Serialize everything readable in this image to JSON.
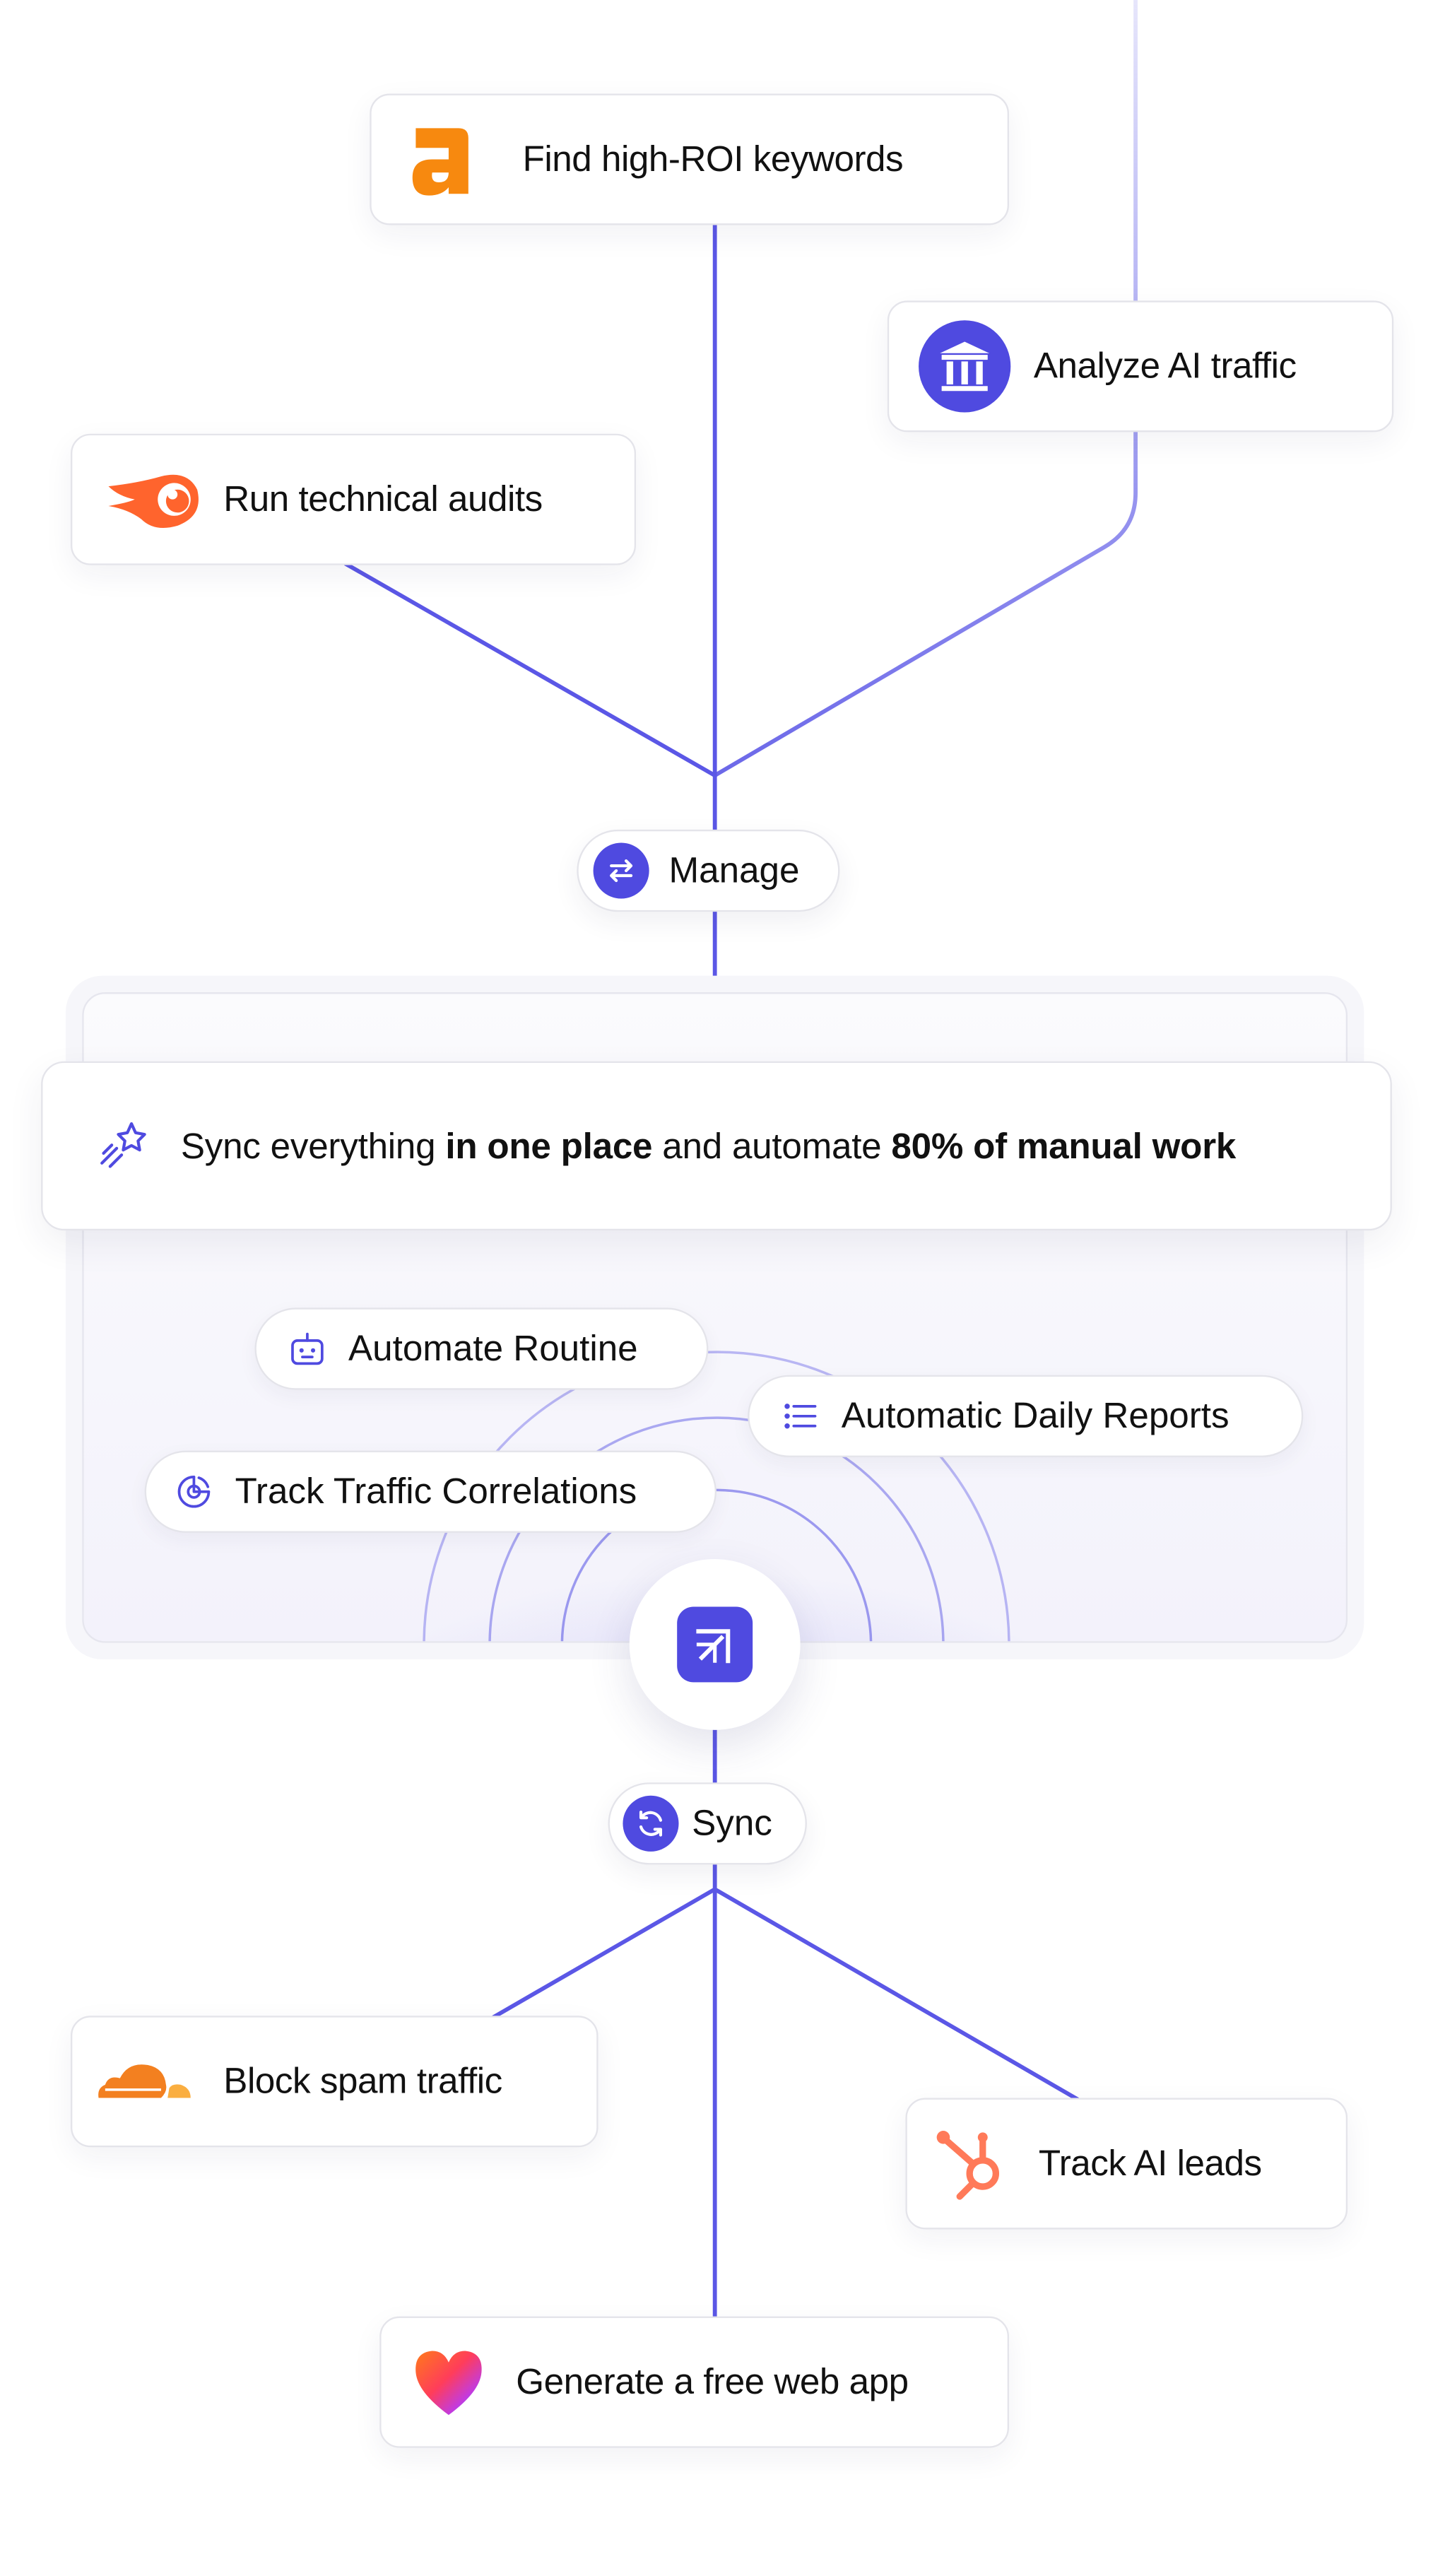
{
  "top_cards": {
    "keywords": "Find high-ROI keywords",
    "ai_traffic": "Analyze AI traffic",
    "audits": "Run technical audits"
  },
  "manage": "Manage",
  "banner": {
    "part1": "Sync everything ",
    "bold1": "in one place",
    "part2": " and automate ",
    "bold2": "80% of manual work"
  },
  "features": {
    "automate": "Automate Routine",
    "reports": "Automatic Daily Reports",
    "correlations": "Track Traffic Correlations"
  },
  "sync": "Sync",
  "bottom_cards": {
    "spam": "Block spam traffic",
    "leads": "Track AI leads",
    "webapp": "Generate a free web app"
  },
  "colors": {
    "accent": "#4f4ae0",
    "line": "#5b57e6",
    "ahrefs_orange": "#f7890f",
    "semrush_orange": "#ff642d",
    "cloudflare_orange": "#f38020",
    "hubspot_orange": "#ff7a59"
  },
  "icons": {
    "ahrefs": "ahrefs-logo-icon",
    "ai_traffic": "bank-columns-icon",
    "semrush": "semrush-logo-icon",
    "manage": "swap-arrows-icon",
    "banner": "sparkle-star-icon",
    "automate": "robot-icon",
    "reports": "list-icon",
    "correlations": "pie-chart-icon",
    "hub": "app-logo-icon",
    "sync": "refresh-icon",
    "cloudflare": "cloudflare-logo-icon",
    "hubspot": "hubspot-logo-icon",
    "lovable": "lovable-heart-icon"
  }
}
